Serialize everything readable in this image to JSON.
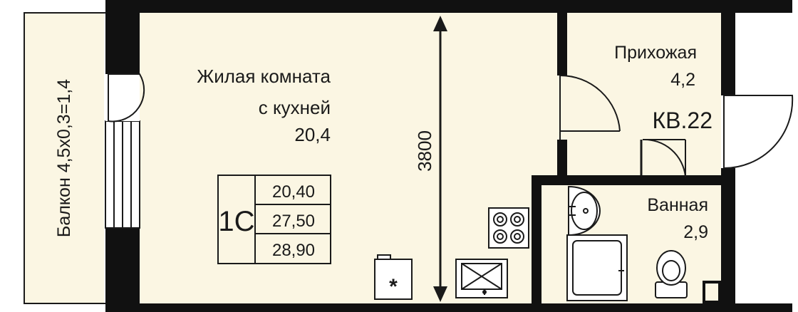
{
  "rooms": {
    "living": {
      "name_line1": "Жилая комната",
      "name_line2": "с кухней",
      "area": "20,4"
    },
    "hall": {
      "name": "Прихожая",
      "area": "4,2"
    },
    "bath": {
      "name": "Ванная",
      "area": "2,9"
    },
    "balcony": {
      "label": "Балкон 4,5х0,3=1,4"
    }
  },
  "apartment": {
    "number": "КВ.22"
  },
  "dimension": {
    "length": "3800"
  },
  "summary": {
    "type": "1С",
    "living_area": "20,40",
    "total_area": "27,50",
    "total_with_balcony": "28,90"
  },
  "appliances": {
    "washer_symbol": "*"
  },
  "colors": {
    "wall": "#111111",
    "floor": "#fbf6e3",
    "line": "#1a1a1a"
  }
}
